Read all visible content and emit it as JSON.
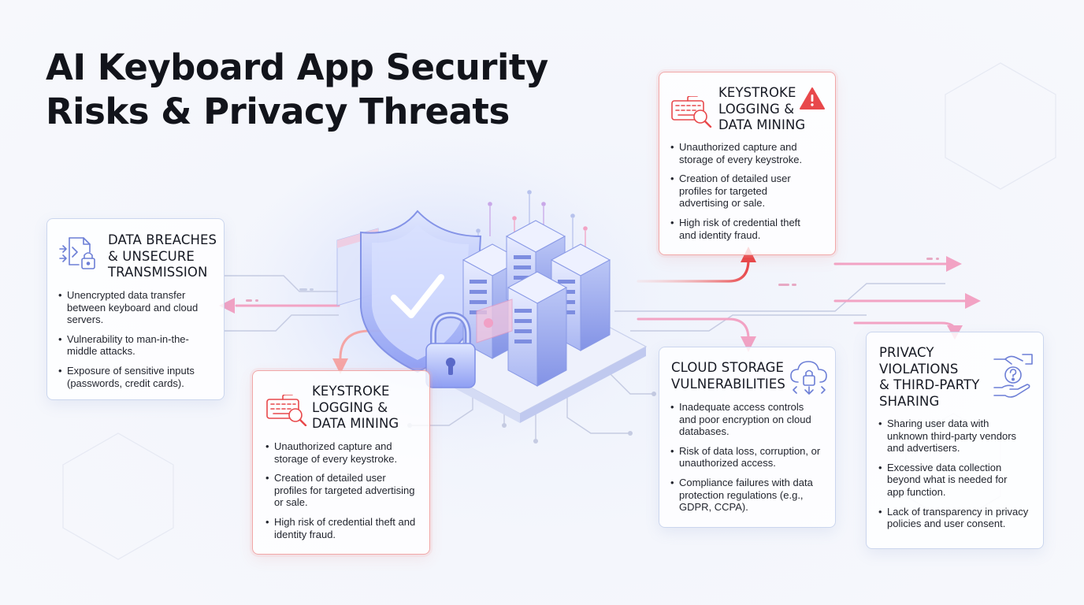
{
  "title_lines": [
    "AI Keyboard App Security",
    "Risks & Privacy Threats"
  ],
  "colors": {
    "accent_blue": "#6d7fd6",
    "accent_red": "#e8484b",
    "arrow_pink": "#f2a3c4"
  },
  "cards": {
    "breaches": {
      "icon": "data-lock-icon",
      "title_lines": [
        "DATA BREACHES",
        "& UNSECURE",
        "TRANSMISSION"
      ],
      "bullets": [
        [
          "Unencrypted data transfer",
          "between keyboard and cloud",
          "servers."
        ],
        [
          "Vulnerability to man-in-the-",
          "middle attacks."
        ],
        [
          "Exposure of sensitive inputs",
          "(passwords, credit cards)."
        ]
      ]
    },
    "keystroke_top": {
      "icon": "keyboard-magnifier-icon",
      "alert_icon": "warning-triangle-icon",
      "title_lines": [
        "KEYSTROKE",
        "LOGGING &",
        "DATA MINING"
      ],
      "bullets": [
        [
          "Unauthorized capture and",
          "storage of every keystroke."
        ],
        [
          "Creation of detailed user",
          "profiles for targeted",
          "advertising or sale."
        ],
        [
          "High risk of credential theft",
          "and identity fraud."
        ]
      ]
    },
    "keystroke_bottom": {
      "icon": "keyboard-magnifier-icon",
      "title_lines": [
        "KEYSTROKE",
        "LOGGING &",
        "DATA MINING"
      ],
      "bullets": [
        [
          "Unauthorized capture and",
          "storage of every keystroke."
        ],
        [
          "Creation of detailed user",
          "profiles for targeted advertising",
          "or sale."
        ],
        [
          "High risk of credential theft and",
          "identity fraud."
        ]
      ]
    },
    "cloud": {
      "icon": "cloud-lock-icon",
      "title_lines": [
        "CLOUD STORAGE",
        "VULNERABILITIES"
      ],
      "bullets": [
        [
          "Inadequate access controls",
          "and poor encryption on cloud",
          "databases."
        ],
        [
          "Risk of data loss, corruption, or",
          "unauthorized access."
        ],
        [
          "Compliance failures with data",
          "protection regulations (e.g.,",
          "GDPR, CCPA)."
        ]
      ]
    },
    "privacy": {
      "icon": "hands-question-icon",
      "title_lines": [
        "PRIVACY",
        "VIOLATIONS",
        "& THIRD-PARTY",
        "SHARING"
      ],
      "bullets": [
        [
          "Sharing user data with",
          "unknown third-party vendors",
          "and advertisers."
        ],
        [
          "Excessive data collection",
          "beyond what is needed for",
          "app function."
        ],
        [
          "Lack of transparency in privacy",
          "policies and user consent."
        ]
      ]
    }
  },
  "illustration": {
    "shield": "shield-check-icon",
    "padlock": "padlock-icon",
    "servers": "server-stack-icon"
  }
}
